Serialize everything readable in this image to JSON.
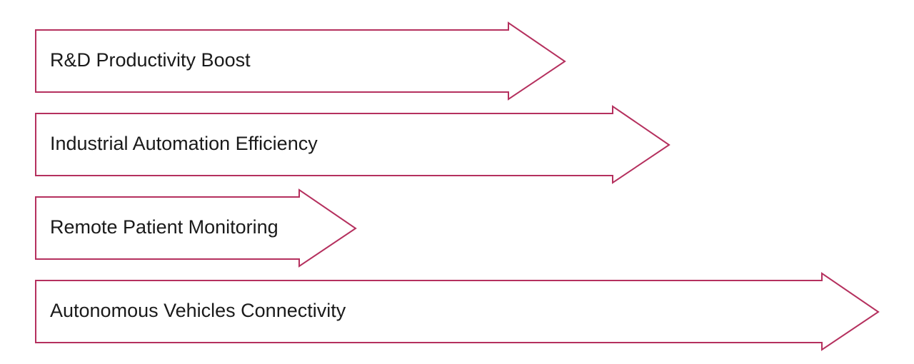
{
  "colors": {
    "arrow_stroke": "#b5305e",
    "label_text": "#1a1a1a",
    "background": "#ffffff"
  },
  "arrows": [
    {
      "label": "R&D Productivity Boost"
    },
    {
      "label": "Industrial Automation Efficiency"
    },
    {
      "label": "Remote Patient Monitoring"
    },
    {
      "label": "Autonomous Vehicles Connectivity"
    }
  ]
}
